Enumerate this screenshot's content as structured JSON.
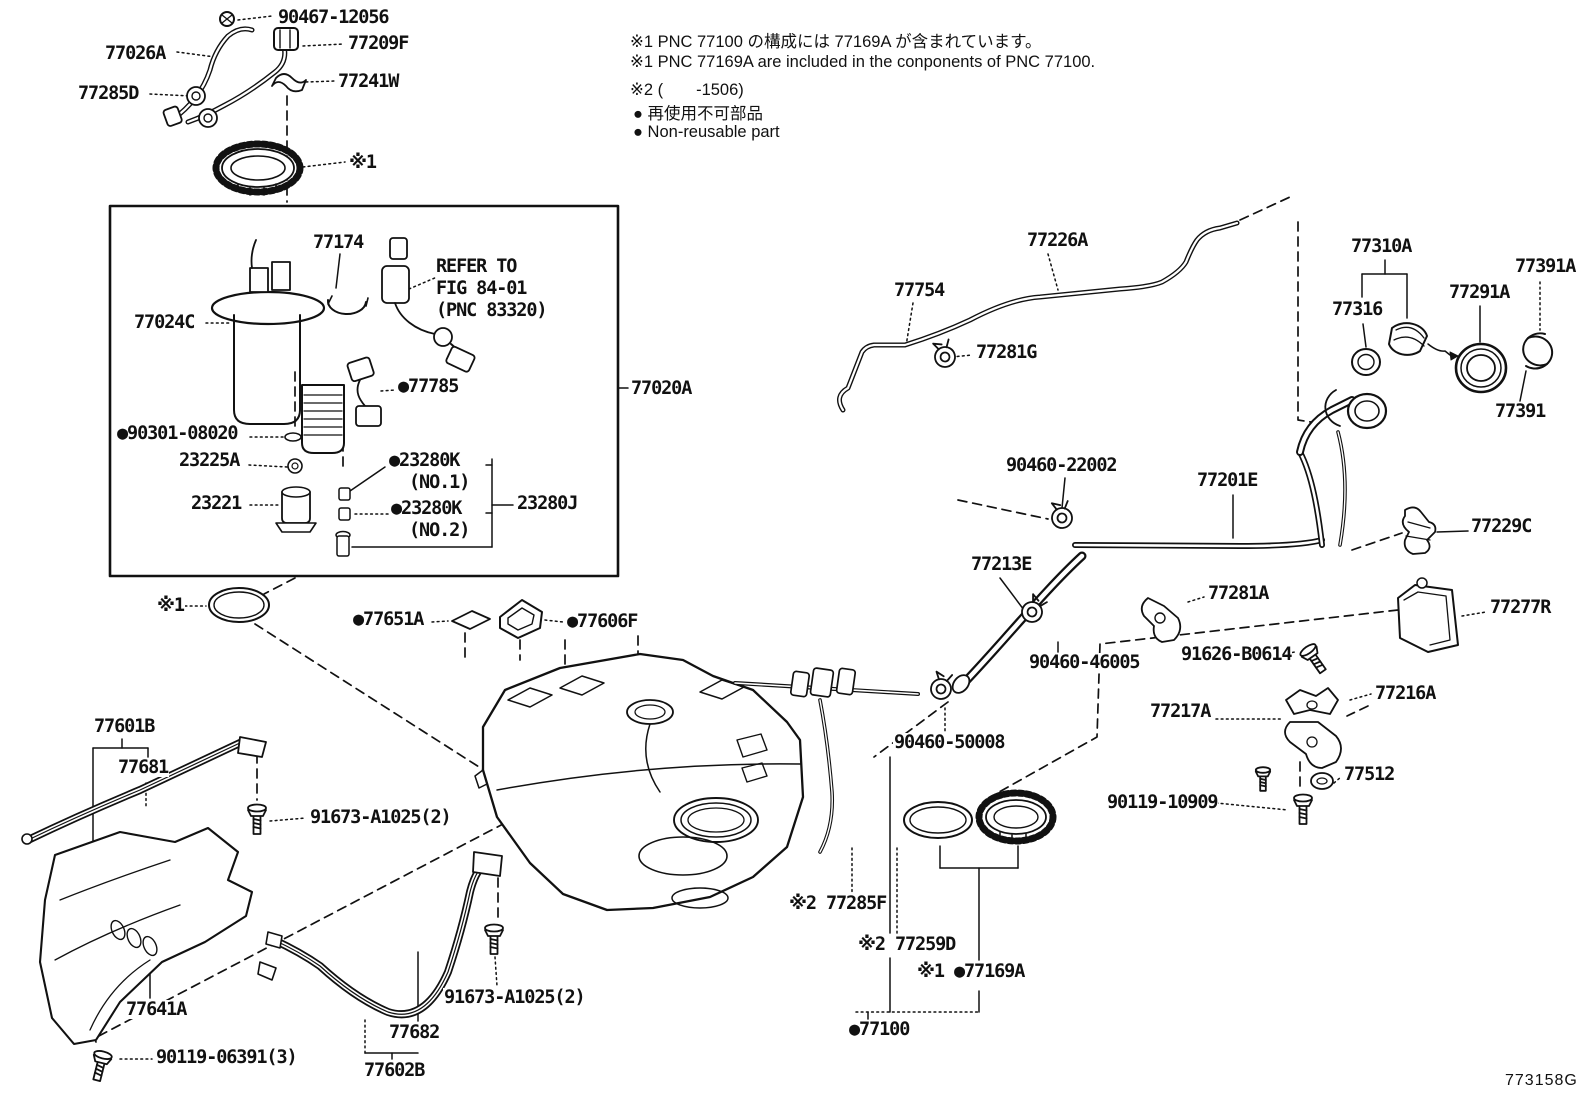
{
  "doc": {
    "figure_code": "773158G",
    "type": "parts-diagram"
  },
  "notes": {
    "line1": "※1 PNC 77100 の構成には 77169A が含まれています。",
    "line2": "※1 PNC 77169A are included in the conponents of PNC 77100.",
    "line3": "※2 (　　-1506)",
    "line4": "● 再使用不可部品",
    "line5": "● Non-reusable part"
  },
  "labels": {
    "n90467": "90467-12056",
    "n77026a": "77026A",
    "n77209f": "77209F",
    "n77285d": "77285D",
    "n77241w": "77241W",
    "star1top": "※1",
    "n77174": "77174",
    "refer1": "REFER TO",
    "refer2": "FIG 84-01",
    "refer3": "(PNC 83320)",
    "n77024c": "77024C",
    "n77785": "●77785",
    "n90301": "●90301-08020",
    "n23225a": "23225A",
    "n23221": "23221",
    "n23280k1": "●23280K",
    "n23280k1b": "(NO.1)",
    "n23280k2": "●23280K",
    "n23280k2b": "(NO.2)",
    "n23280j": "23280J",
    "n77020a": "77020A",
    "star1mid": "※1",
    "n77651a": "●77651A",
    "n77606f": "●77606F",
    "n77754": "77754",
    "n77226a": "77226A",
    "n77281g": "77281G",
    "n77310a": "77310A",
    "n77316": "77316",
    "n77291a": "77291A",
    "n77391a": "77391A",
    "n77391": "77391",
    "n90460_22002": "90460-22002",
    "n77201e": "77201E",
    "n77229c": "77229C",
    "n77213e": "77213E",
    "n77281a": "77281A",
    "n90460_46005": "90460-46005",
    "n91626": "91626-B0614",
    "n77277r": "77277R",
    "n77216a": "77216A",
    "n77217a": "77217A",
    "n77512": "77512",
    "n90119_10909": "90119-10909",
    "n90460_50008": "90460-50008",
    "n77285f": "※2 77285F",
    "n77259d": "※2 77259D",
    "n77169a": "※1 ●77169A",
    "n77100": "●77100",
    "n77601b": "77601B",
    "n77681": "77681",
    "n91673_1": "91673-A1025(2)",
    "n77641a": "77641A",
    "n90119_06391": "90119-06391(3)",
    "n77682": "77682",
    "n77602b": "77602B",
    "n91673_2": "91673-A1025(2)",
    "figcode": "773158G"
  },
  "colors": {
    "line": "#111111",
    "background": "#ffffff"
  }
}
